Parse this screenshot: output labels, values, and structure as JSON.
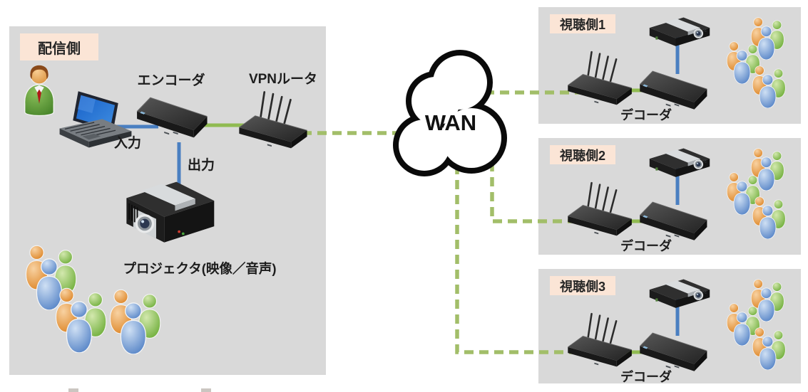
{
  "colors": {
    "panel_bg": "#d9d9d9",
    "label_bg": "#fbe5d6",
    "line_green_solid": "#90bb51",
    "line_green_dashed": "#a2be69",
    "line_blue": "#4a7fc1",
    "cloud_stroke": "#0a0a0a",
    "text": "#262626"
  },
  "distribution": {
    "panel_label": "配信側",
    "encoder_label": "エンコーダ",
    "vpn_router_label": "VPNルータ",
    "input_label": "入力",
    "output_label": "出力",
    "projector_label": "プロジェクタ(映像／音声)"
  },
  "wan": {
    "label": "WAN"
  },
  "viewers": [
    {
      "panel_label": "視聴側1",
      "decoder_label": "デコーダ"
    },
    {
      "panel_label": "視聴側2",
      "decoder_label": "デコーダ"
    },
    {
      "panel_label": "視聴側3",
      "decoder_label": "デコーダ"
    }
  ]
}
